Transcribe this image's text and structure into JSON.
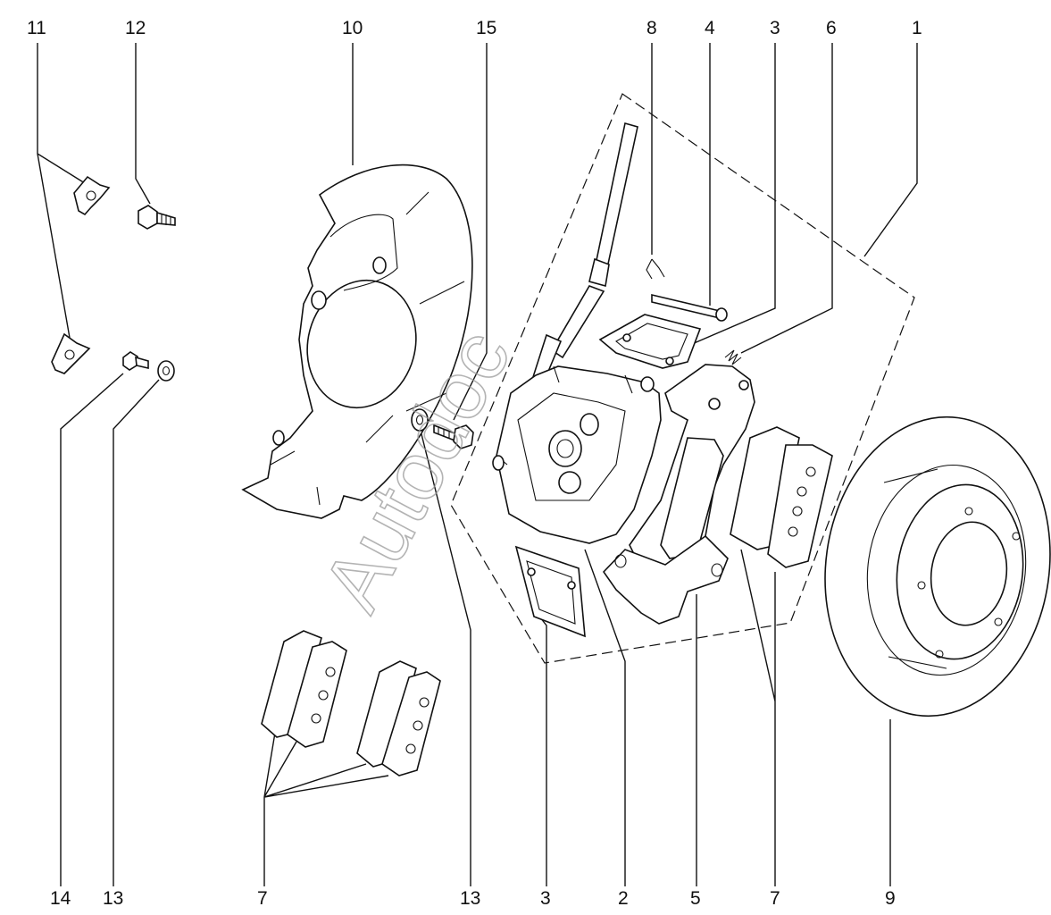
{
  "labels": {
    "top": [
      "11",
      "12",
      "10",
      "15",
      "8",
      "4",
      "3",
      "6",
      "1"
    ],
    "bottom": [
      "14",
      "13",
      "7",
      "13",
      "3",
      "2",
      "5",
      "7",
      "9"
    ]
  },
  "watermark": "Autodoc"
}
